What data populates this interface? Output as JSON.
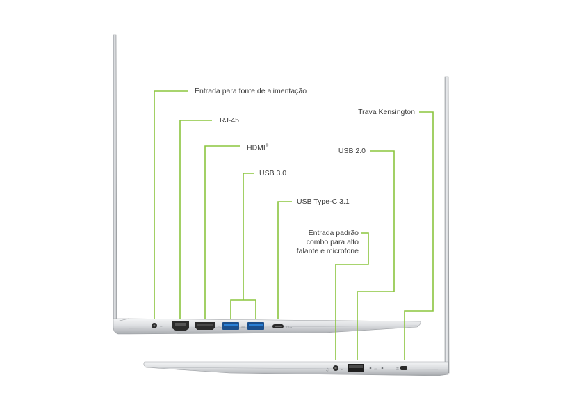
{
  "colors": {
    "leader_line": "#8bc53f",
    "text": "#3a3a3a",
    "chassis_light": "#e6e7e9",
    "chassis_mid": "#c9cbce",
    "chassis_dark": "#9fa2a6",
    "port_blue": "#2a7fd4",
    "port_dark": "#2b2b2b"
  },
  "left_side": {
    "labels": {
      "power": "Entrada para fonte de alimentação",
      "rj45": "RJ-45",
      "hdmi": "HDMI",
      "hdmi_mark": "®",
      "usb30": "USB 3.0",
      "usbc": "USB Type-C 3.1"
    }
  },
  "right_side": {
    "labels": {
      "kensington": "Trava Kensington",
      "usb20": "USB 2.0",
      "audio": "Entrada padrão\ncombo para alto\nfalante e microfone"
    }
  },
  "icons": [
    "power-jack-icon",
    "ethernet-port-icon",
    "hdmi-port-icon",
    "usb-a-port-icon",
    "usb-c-port-icon",
    "audio-jack-icon",
    "kensington-lock-icon",
    "status-led-icon"
  ]
}
